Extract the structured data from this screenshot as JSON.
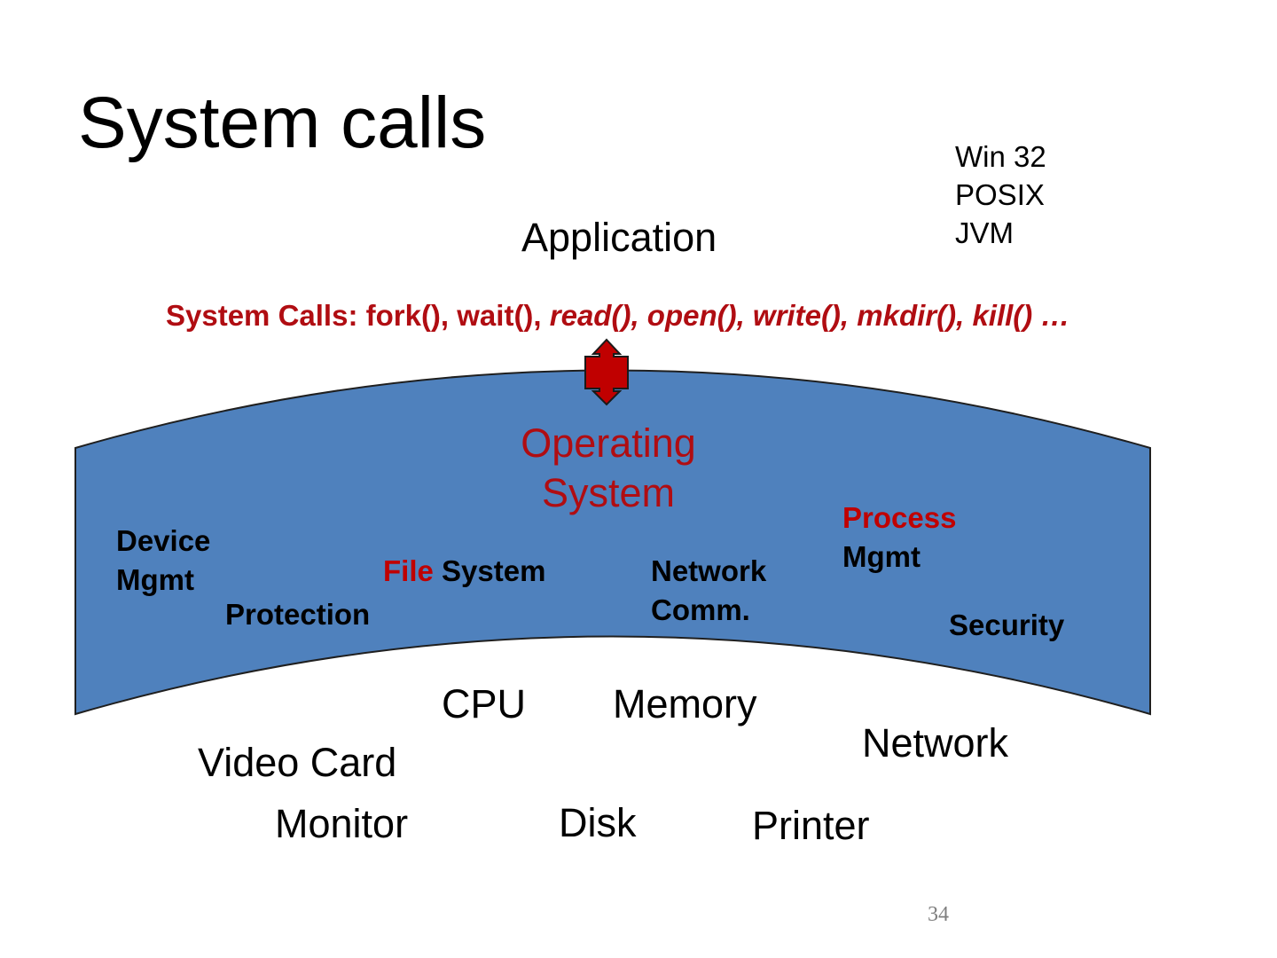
{
  "slide": {
    "title": "System calls",
    "page_number": "34"
  },
  "api_list": [
    "Win 32",
    "POSIX",
    "JVM"
  ],
  "application_label": "Application",
  "system_calls": {
    "prefix": "System Calls:  fork(), wait(),",
    "italic_list": " read(), open(), write(), mkdir(), kill() …"
  },
  "os": {
    "label_line1": "Operating",
    "label_line2": "System",
    "band_color": "#4f81bd",
    "arrow_color": "#c00000",
    "components": {
      "device_line1": "Device",
      "device_line2": "Mgmt",
      "protection": "Protection",
      "file_word": "File",
      "file_rest": " System",
      "network_line1": "Network",
      "network_line2": "Comm.",
      "process_line1": "Process",
      "process_line2": "Mgmt",
      "security": "Security"
    }
  },
  "hardware": {
    "cpu": "CPU",
    "memory": "Memory",
    "network": "Network",
    "video_card": "Video Card",
    "monitor": "Monitor",
    "disk": "Disk",
    "printer": "Printer"
  }
}
